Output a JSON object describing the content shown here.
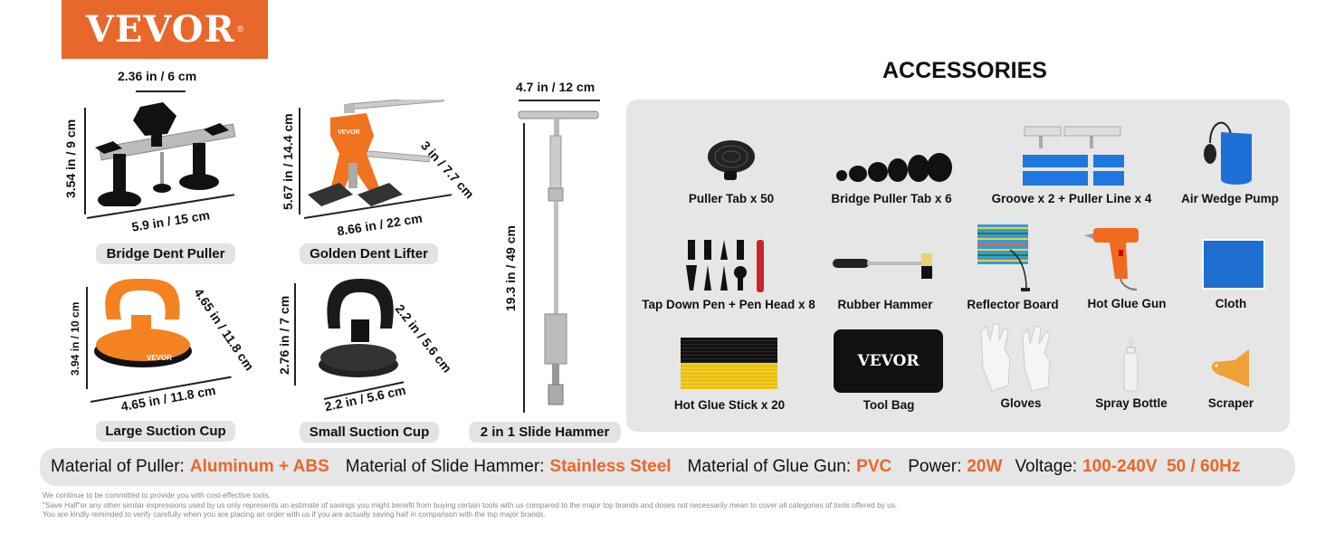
{
  "brand": {
    "logo_text": "VEVOR",
    "registered_mark": "®",
    "accent_color": "#e8672a"
  },
  "products": [
    {
      "name": "Bridge Dent Puller",
      "dimensions": {
        "top_width": "2.36 in / 6 cm",
        "height": "3.54 in / 9 cm",
        "base_length": "5.9 in / 15 cm"
      }
    },
    {
      "name": "Golden Dent Lifter",
      "dimensions": {
        "height": "5.67 in / 14.4 cm",
        "handle_length": "3 in / 7.7 cm",
        "base_length": "8.66 in / 22 cm"
      }
    },
    {
      "name": "Large Suction Cup",
      "dimensions": {
        "height": "3.94 in / 10 cm",
        "diagonal": "4.65 in / 11.8 cm",
        "diameter": "4.65 in / 11.8 cm"
      }
    },
    {
      "name": "Small Suction Cup",
      "dimensions": {
        "height": "2.76 in / 7 cm",
        "diagonal": "2.2 in / 5.6 cm",
        "diameter": "2.2 in / 5.6 cm"
      }
    },
    {
      "name": "2 in 1 Slide Hammer",
      "dimensions": {
        "handle_width": "4.7 in / 12 cm",
        "length": "19.3 in / 49 cm"
      }
    }
  ],
  "accessories": {
    "title": "ACCESSORIES",
    "items": [
      {
        "label": "Puller Tab x 50",
        "icon": "puller-tab-icon"
      },
      {
        "label": "Bridge Puller Tab x 6",
        "icon": "bridge-puller-tab-icon"
      },
      {
        "label": "Groove x 2 + Puller Line x 4",
        "icon": "groove-icon"
      },
      {
        "label": "Air Wedge Pump",
        "icon": "air-wedge-pump-icon"
      },
      {
        "label": "Tap Down Pen + Pen Head x 8",
        "icon": "tap-down-pen-icon"
      },
      {
        "label": "Rubber Hammer",
        "icon": "rubber-hammer-icon"
      },
      {
        "label": "Reflector Board",
        "icon": "reflector-board-icon"
      },
      {
        "label": "Hot Glue Gun",
        "icon": "hot-glue-gun-icon"
      },
      {
        "label": "Cloth",
        "icon": "cloth-icon"
      },
      {
        "label": "Hot Glue Stick x 20",
        "icon": "glue-stick-icon"
      },
      {
        "label": "Tool Bag",
        "icon": "tool-bag-icon",
        "bag_text": "VEVOR"
      },
      {
        "label": "Gloves",
        "icon": "gloves-icon"
      },
      {
        "label": "Spray Bottle",
        "icon": "spray-bottle-icon"
      },
      {
        "label": "Scraper",
        "icon": "scraper-icon"
      }
    ]
  },
  "specs": [
    {
      "key": "Material of Puller:",
      "value": "Aluminum + ABS"
    },
    {
      "key": "Material of Slide Hammer:",
      "value": "Stainless Steel"
    },
    {
      "key": "Material of Glue Gun:",
      "value": "PVC"
    },
    {
      "key": "Power:",
      "value": "20W"
    },
    {
      "key": "Voltage:",
      "value": "100-240V  50 / 60Hz"
    }
  ],
  "disclaimer": [
    "We continue to be committed to provide you with cost-effective tools.",
    "\"Save Half\"or any other similar expressions used by us only represents an estimate of savings you might benefit from buying certain tools with us compared to the major top brands and doses not necessarily mean to cover all categories of tools offered by us.",
    "You are kindly reminded to verify carefully when you are placing an order with us if you are actually saving half in comparison with the top major brands."
  ]
}
